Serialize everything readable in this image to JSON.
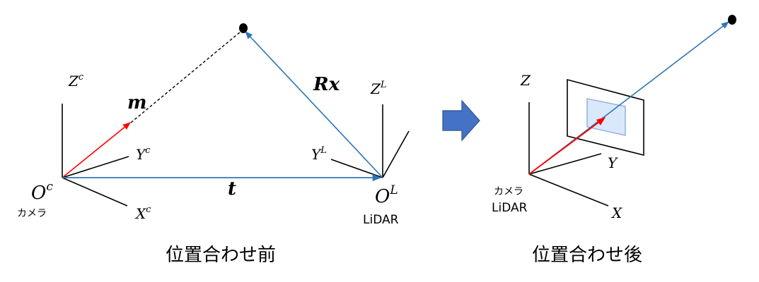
{
  "before": {
    "caption": "位置合わせ前",
    "camera_origin": "O",
    "camera_origin_sup": "c",
    "camera_label": "カメラ",
    "camera_axes": {
      "z": "Z",
      "y": "Y",
      "x": "X",
      "sup": "c"
    },
    "lidar_origin": "O",
    "lidar_origin_sup": "L",
    "lidar_label": "LiDAR",
    "lidar_axes": {
      "z": "Z",
      "y": "Y",
      "sup": "L"
    },
    "vec_m": "m",
    "vec_t": "t",
    "vec_Rx": "Rx"
  },
  "after": {
    "caption": "位置合わせ後",
    "camera_label": "カメラ",
    "lidar_label": "LiDAR",
    "axes": {
      "z": "Z",
      "y": "Y",
      "x": "X"
    }
  },
  "colors": {
    "m_vector": "#ff0000",
    "lidar_vector": "#2e75b6",
    "arrow_fill": "#4472c4",
    "image_plane_fill": "#dae8fc",
    "image_plane_stroke": "#8faadc"
  },
  "icons": {
    "transition": "right-arrow-icon"
  }
}
